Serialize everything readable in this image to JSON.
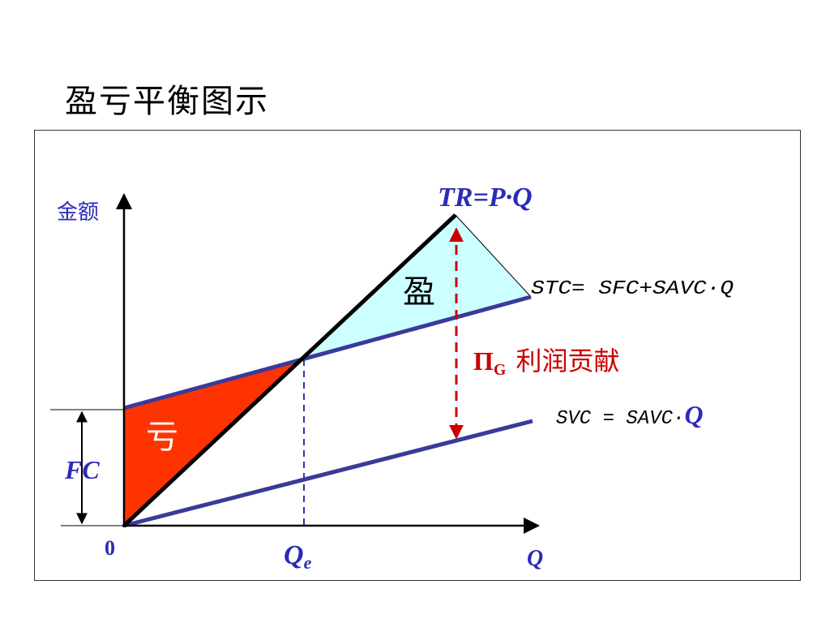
{
  "slide": {
    "title": "盈亏平衡图示"
  },
  "diagram": {
    "y_axis_label": "金额",
    "origin_label": "0",
    "x_axis_label": "Q",
    "qe_label_base": "Q",
    "qe_label_sub": "e",
    "fc_label": "FC",
    "tr_label": "TR=P·Q",
    "stc_label": "STC= SFC+SAVC·Q",
    "svc_label_text": "SVC = SAVC·",
    "svc_label_q": "Q",
    "profit_region_label": "盈",
    "loss_region_label": "亏",
    "pi_symbol": "Π",
    "pi_subscript": "G",
    "pi_label": "利润贡献"
  },
  "colors": {
    "axis": "#000000",
    "tr_line": "#000000",
    "cost_line": "#3a3a9a",
    "profit_fill": "#ccffff",
    "loss_fill": "#ff3300",
    "profit_arrow": "#cc0000",
    "guide_dash": "#3333aa",
    "label_blue": "#2b2bb8",
    "label_red": "#cc0000"
  }
}
